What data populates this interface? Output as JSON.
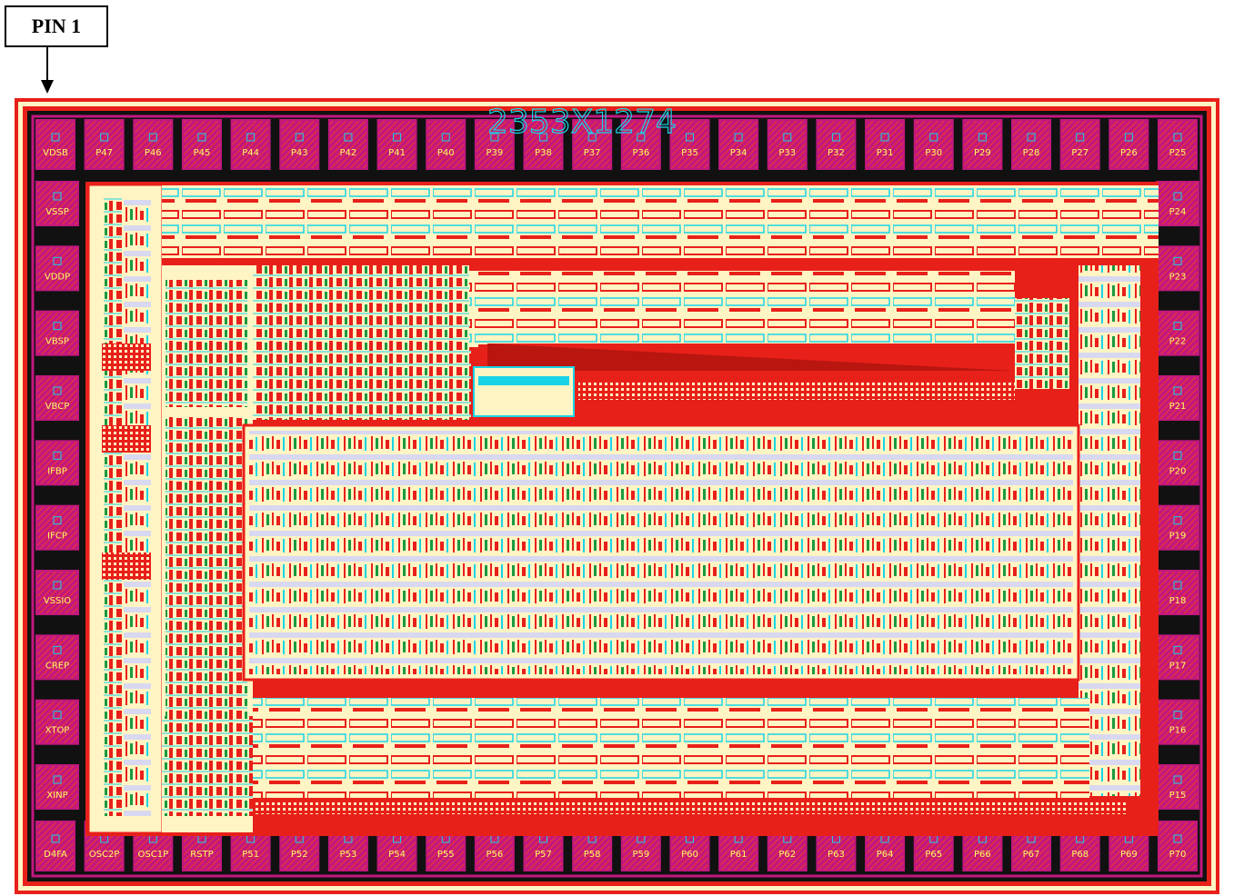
{
  "pin_label": "PIN 1",
  "die_marking": "2353X1274",
  "colors": {
    "background": "#000000",
    "metal_red": "#e8201a",
    "metal_yellow": "#fff4c4",
    "pad_magenta": "#c2187e",
    "cyan": "#19d4e6",
    "lavender": "#d8d8f0",
    "green": "#1a9a40"
  },
  "pads": {
    "top": [
      "VDSB",
      "P47",
      "P46",
      "P45",
      "P44",
      "P43",
      "P42",
      "P41",
      "P40",
      "P39",
      "P38",
      "P37",
      "P36",
      "P35",
      "P34",
      "P33",
      "P32",
      "P31",
      "P30",
      "P29",
      "P28",
      "P27",
      "P26",
      "P25"
    ],
    "right": [
      "P24",
      "P23",
      "P22",
      "P21",
      "P20",
      "P19",
      "P18",
      "P17",
      "P16",
      "P15"
    ],
    "bottom": [
      "D4FA",
      "OSC2P",
      "OSC1P",
      "RSTP",
      "P51",
      "P52",
      "P53",
      "P54",
      "P55",
      "P56",
      "P57",
      "P58",
      "P59",
      "P60",
      "P61",
      "P62",
      "P63",
      "P64",
      "P65",
      "P66",
      "P67",
      "P68",
      "P69",
      "P70"
    ],
    "left": [
      "VSSP",
      "VDDP",
      "VBSP",
      "VBCP",
      "IFBP",
      "IFCP",
      "VSSIO",
      "CREP",
      "XTOP",
      "XINP"
    ]
  }
}
